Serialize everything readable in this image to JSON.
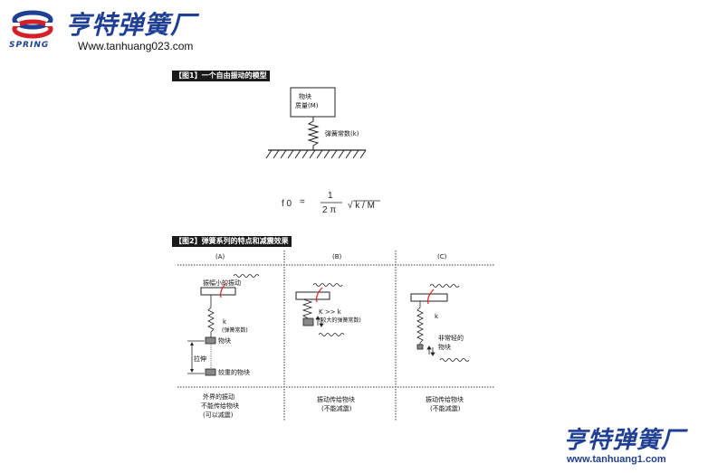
{
  "header": {
    "logo_word": "SPRING",
    "brand_name": "亨特弹簧厂",
    "url": "Www.tanhuang023.com"
  },
  "fig1": {
    "label": "【图1】一个自由振动的模型",
    "mass_line1": "物块",
    "mass_line2": "质量(M)",
    "spring_label": "弹簧常数(k)"
  },
  "formula": {
    "lhs": "f 0",
    "eq": "=",
    "numerator": "1",
    "denominator": "2 π",
    "root": "√ k / M"
  },
  "fig2": {
    "label": "【图2】弹簧系列的特点和减震效果",
    "colA": {
      "title": "(A)",
      "vib_label": "振幅小的振动",
      "k": "k",
      "k_note": "(弹簧常数)",
      "block": "物块",
      "tension": "拉伸",
      "heavy_block": "较重的物块",
      "bottom": [
        "外界的振动",
        "不能传给物块",
        "(可以减震)"
      ]
    },
    "colB": {
      "title": "(B)",
      "k_rel": "K >> k",
      "k_note": "(较大的弹簧常数)",
      "bottom": [
        "振动传给物块",
        "(不能减震)"
      ]
    },
    "colC": {
      "title": "(C)",
      "k": "k",
      "block_line1": "非常轻的",
      "block_line2": "物块",
      "bottom": [
        "振动传给物块",
        "(不能减震)"
      ]
    }
  },
  "footer": {
    "brand_name": "亨特弹簧厂",
    "url": "www.tanhuang1.com"
  },
  "colors": {
    "brand_blue": "#1f3f94",
    "brand_red": "#d62027",
    "arrow_red": "#e02020"
  }
}
